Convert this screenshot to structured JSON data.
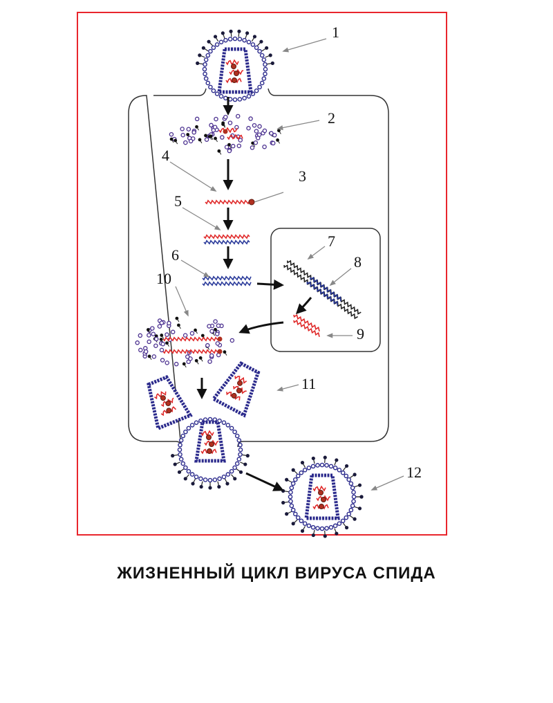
{
  "caption": "ЖИЗНЕННЫЙ ЦИКЛ ВИРУСА СПИДА",
  "labels": [
    "1",
    "2",
    "3",
    "4",
    "5",
    "6",
    "7",
    "8",
    "9",
    "10",
    "11",
    "12"
  ],
  "colors": {
    "frame": "#e8252c",
    "membrane": "#333333",
    "capsid": "#2b2a8c",
    "rna": "#e02a2a",
    "dna": "#2a3a9a",
    "protein": "#4a2f8f",
    "enzyme": "#b03020",
    "arrow": "#111111"
  }
}
